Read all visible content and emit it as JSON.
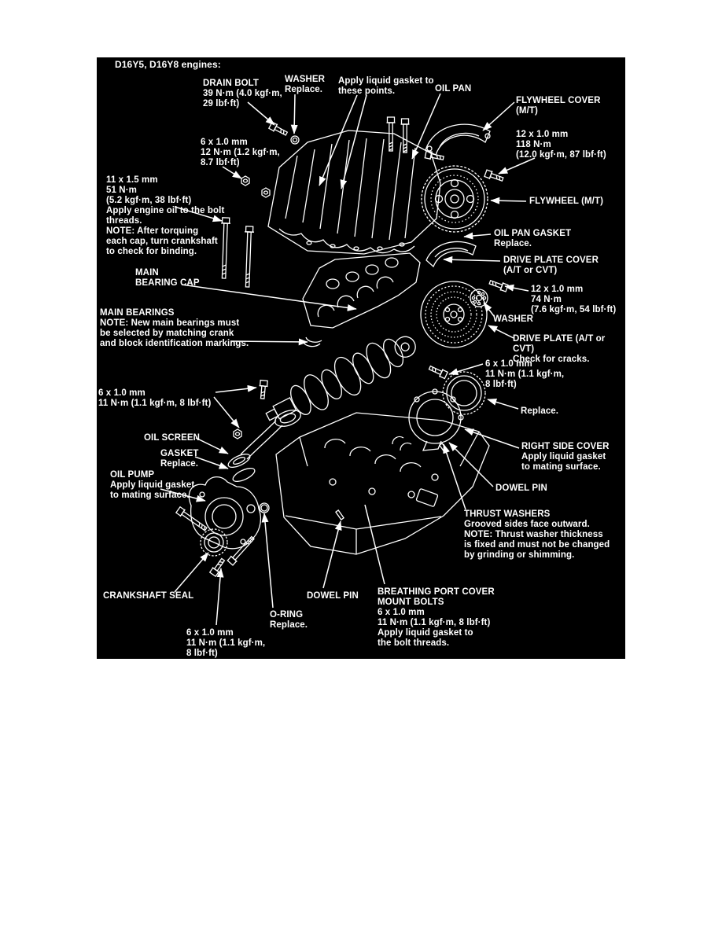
{
  "figure": {
    "header": "D16Y5, D16Y8 engines:",
    "colors": {
      "panel_background": "#000000",
      "ink": "#ffffff",
      "page": "#ffffff"
    }
  },
  "labels": [
    {
      "id": "engine-header",
      "text": "D16Y5, D16Y8 engines:"
    },
    {
      "id": "drain-bolt",
      "text": "DRAIN BOLT\n39 N·m (4.0 kgf·m,\n29 lbf·ft)"
    },
    {
      "id": "washer-top",
      "text": "WASHER\nReplace."
    },
    {
      "id": "apply-gasket-points",
      "text": "Apply liquid gasket to\nthese points."
    },
    {
      "id": "oil-pan",
      "text": "OIL PAN"
    },
    {
      "id": "flywheel-cover",
      "text": "FLYWHEEL COVER\n(M/T)"
    },
    {
      "id": "flywheel-bolt-spec",
      "text": "12 x 1.0 mm\n118 N·m\n(12.0 kgf·m, 87 lbf·ft)"
    },
    {
      "id": "oil-pan-bolt-spec",
      "text": "6 x 1.0 mm\n12 N·m (1.2 kgf·m,\n8.7 lbf·ft)"
    },
    {
      "id": "flywheel",
      "text": "FLYWHEEL (M/T)"
    },
    {
      "id": "main-cap-bolt-spec",
      "text": "11 x 1.5 mm\n51 N·m\n(5.2 kgf·m, 38 lbf·ft)\nApply engine oil to the bolt\nthreads.\nNOTE:  After torquing\neach cap, turn crankshaft\nto check for binding."
    },
    {
      "id": "oil-pan-gasket",
      "text": "OIL PAN GASKET\nReplace."
    },
    {
      "id": "drive-plate-cover",
      "text": "DRIVE PLATE COVER\n(A/T or CVT)"
    },
    {
      "id": "main-bearing-cap",
      "text": "MAIN\nBEARING CAP"
    },
    {
      "id": "drive-plate-bolt-spec",
      "text": "12 x 1.0 mm\n74 N·m\n(7.6 kgf·m, 54 lbf·ft)"
    },
    {
      "id": "washer-right",
      "text": "WASHER"
    },
    {
      "id": "main-bearings",
      "text": "MAIN BEARINGS\nNOTE:  New main bearings must\nbe selected by matching crank\nand block identification markings."
    },
    {
      "id": "drive-plate",
      "text": "DRIVE PLATE (A/T or CVT)\nCheck for cracks."
    },
    {
      "id": "cover-bolt-spec-right",
      "text": "6 x 1.0 mm\n11 N·m (1.1 kgf·m,\n8 lbf·ft)"
    },
    {
      "id": "cover-bolt-spec-left",
      "text": "6 x 1.0 mm\n11 N·m (1.1 kgf·m, 8 lbf·ft)"
    },
    {
      "id": "seal-replace",
      "text": "Replace."
    },
    {
      "id": "oil-screen",
      "text": "OIL SCREEN"
    },
    {
      "id": "gasket",
      "text": "GASKET\nReplace."
    },
    {
      "id": "right-side-cover",
      "text": "RIGHT SIDE COVER\nApply liquid gasket\nto mating surface."
    },
    {
      "id": "oil-pump",
      "text": "OIL PUMP\nApply liquid gasket\nto mating surface."
    },
    {
      "id": "dowel-pin-right",
      "text": "DOWEL PIN"
    },
    {
      "id": "thrust-washers",
      "text": "THRUST WASHERS\nGrooved sides face outward.\nNOTE: Thrust washer thickness\nis fixed and must not be changed\nby grinding or shimming."
    },
    {
      "id": "crankshaft-seal",
      "text": "CRANKSHAFT SEAL"
    },
    {
      "id": "dowel-pin-bottom",
      "text": "DOWEL PIN"
    },
    {
      "id": "breathing-port-cover",
      "text": "BREATHING PORT COVER\nMOUNT BOLTS\n6 x 1.0 mm\n11 N·m (1.1 kgf·m, 8 lbf·ft)\nApply liquid gasket to\nthe bolt threads."
    },
    {
      "id": "o-ring",
      "text": "O-RING\nReplace."
    },
    {
      "id": "crank-bolt-spec-bottom",
      "text": "6 x 1.0 mm\n11 N·m (1.1 kgf·m,\n8 lbf·ft)"
    }
  ]
}
